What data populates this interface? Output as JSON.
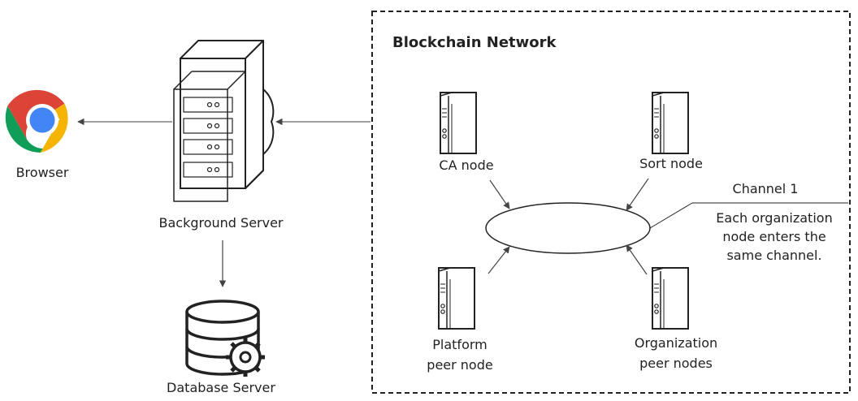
{
  "nodes": {
    "browser": {
      "label": "Browser"
    },
    "background_server": {
      "label": "Background Server"
    },
    "database_server": {
      "label": "Database Server"
    }
  },
  "blockchain": {
    "title": "Blockchain Network",
    "ca_node": "CA node",
    "sort_node": "Sort node",
    "platform_peer_node": {
      "line1": "Platform",
      "line2": "peer node"
    },
    "organization_peer_nodes": {
      "line1": "Organization",
      "line2": "peer nodes"
    },
    "channel": {
      "name": "Channel 1",
      "note_line1": "Each organization",
      "note_line2": "node enters the",
      "note_line3": "same channel."
    }
  },
  "colors": {
    "chrome_red": "#db4437",
    "chrome_green": "#0f9d58",
    "chrome_yellow": "#f4b400",
    "chrome_blue": "#4285f4",
    "line": "#222222",
    "arrow": "#555555"
  }
}
